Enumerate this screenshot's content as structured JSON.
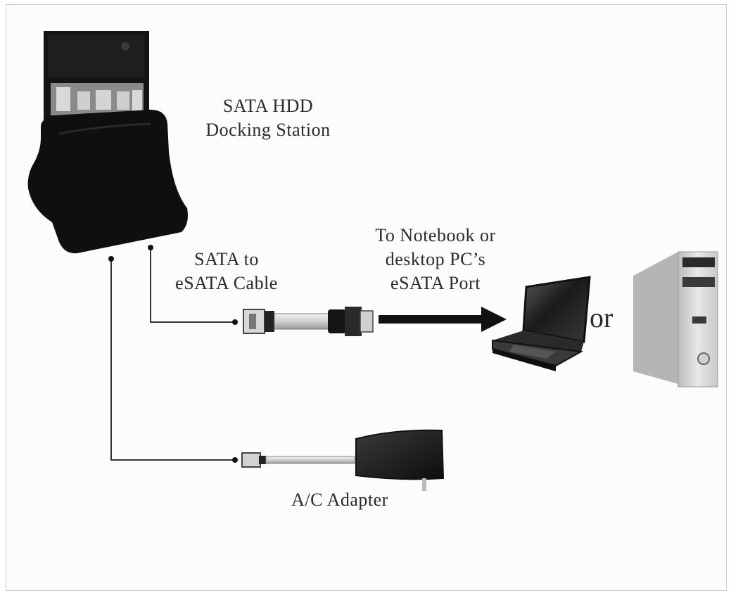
{
  "labels": {
    "dock_line1": "SATA HDD",
    "dock_line2": "Docking Station",
    "cable_line1": "SATA to",
    "cable_line2": "eSATA Cable",
    "pc_line1": "To Notebook or",
    "pc_line2": "desktop PC’s",
    "pc_line3": "eSATA Port",
    "or": "or",
    "adapter": "A/C Adapter"
  },
  "colors": {
    "device": "#111111",
    "line": "#333333",
    "arrow": "#111111",
    "frame": "#c9c9c9"
  }
}
